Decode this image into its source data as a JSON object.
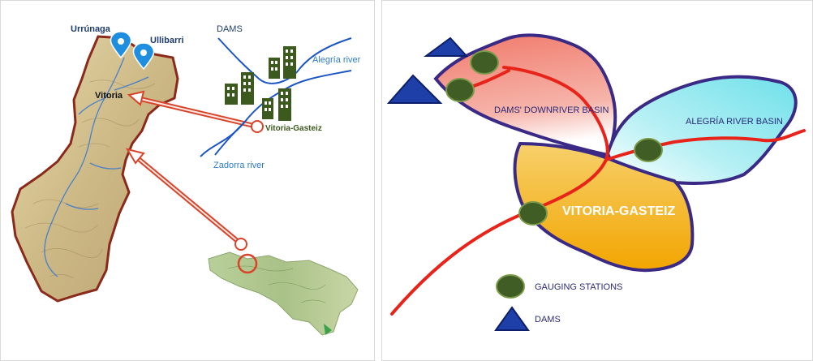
{
  "left_map": {
    "labels": {
      "urrunaga": "Urrúnaga",
      "ullibarri": "Ullibarri",
      "dams": "DAMS",
      "alegria_river": "Alegría river",
      "vitoria": "Vitoria",
      "vitoria_gasteiz": "Vitoria-Gasteiz",
      "zadorra_river": "Zadorra river"
    },
    "colors": {
      "label_dark": "#1f3b6e",
      "label_blue": "#2e7cc6",
      "label_green": "#3d5a1e",
      "river": "#1d56c4",
      "pin": "#1e8fe0",
      "arrow": "#d9432a",
      "border": "#8b2a1a",
      "land": "#d6c79a"
    },
    "icons": [
      "location-pin-icon",
      "building-icon",
      "arrow-icon"
    ]
  },
  "right_map": {
    "labels": {
      "dams_downriver_basin": "DAMS' DOWNRIVER BASIN",
      "alegria_river_basin": "ALEGRÍA RIVER BASIN",
      "vitoria_gasteiz": "VITORIA-GASTEIZ"
    },
    "legend": {
      "gauging_stations": "GAUGING STATIONS",
      "dams": "DAMS"
    },
    "colors": {
      "downriver_basin": "#f08a7c",
      "alegria_basin": "#8fe6ef",
      "vitoria_area": "#f2b221",
      "basin_outline": "#3a2a86",
      "river": "#e8241a",
      "station": "#3f5d24",
      "dam": "#1e3fa8",
      "text": "#2a2a7a"
    },
    "icons": [
      "gauging-station-icon",
      "dam-triangle-icon"
    ]
  }
}
